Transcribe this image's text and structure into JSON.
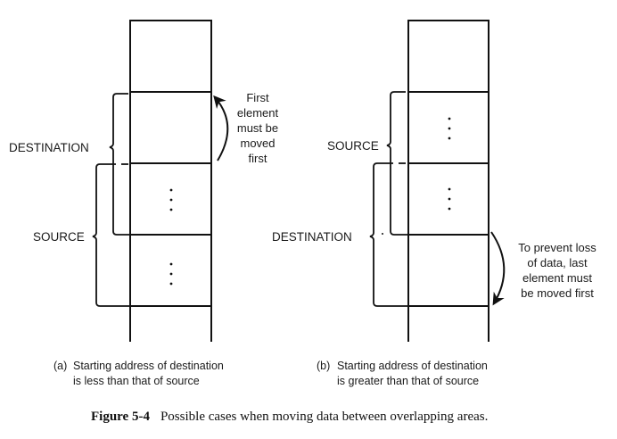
{
  "figure": {
    "number_label": "Figure 5-4",
    "caption": "Possible cases when moving data between overlapping areas."
  },
  "panel_a": {
    "tag": "(a)",
    "subcaption_line1": "Starting address of destination",
    "subcaption_line2": "is less than that of source",
    "destination_label": "DESTINATION",
    "source_label": "SOURCE",
    "note_lines": [
      "First",
      "element",
      "must be",
      "moved",
      "first"
    ],
    "cells": [
      "",
      "",
      "ellipsis",
      "ellipsis",
      ""
    ]
  },
  "panel_b": {
    "tag": "(b)",
    "subcaption_line1": "Starting address of destination",
    "subcaption_line2": "is greater than that of source",
    "source_label": "SOURCE",
    "destination_label": "DESTINATION",
    "note_lines": [
      "To prevent loss",
      "of data, last",
      "element must",
      "be moved first"
    ],
    "cells": [
      "",
      "ellipsis",
      "ellipsis",
      "",
      ""
    ]
  }
}
